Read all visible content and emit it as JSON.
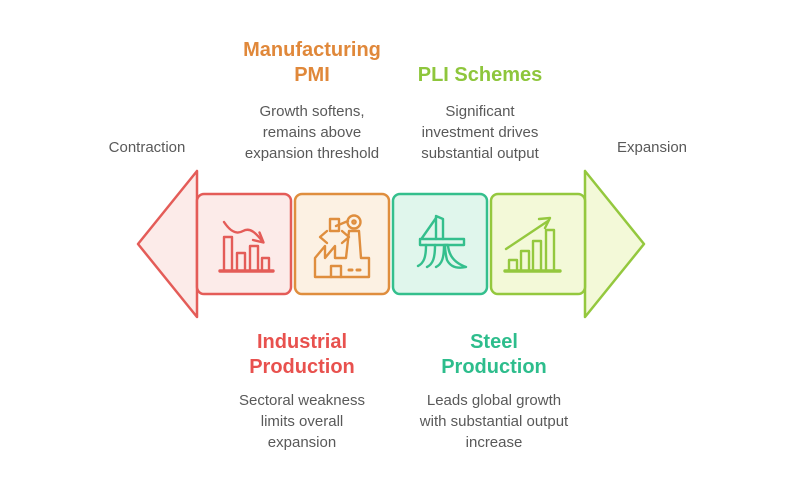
{
  "spectrum": {
    "left_label": "Contraction",
    "right_label": "Expansion",
    "left_arrow_color": "#e45c58",
    "left_arrow_fill": "#fcebe9",
    "right_arrow_color": "#94c83e",
    "right_arrow_fill": "#f3f9d8"
  },
  "items": [
    {
      "name": "Industrial Production",
      "description": "Sectoral weakness limits overall expansion",
      "label_position": "bottom",
      "icon": "declining-bar-chart-icon",
      "title_color": "#e8514e",
      "box_border_color": "#e45c58",
      "box_fill_color": "#fcebe9"
    },
    {
      "name": "Manufacturing PMI",
      "description": "Growth softens, remains above expansion threshold",
      "label_position": "top",
      "icon": "factory-crane-icon",
      "title_color": "#e0883a",
      "box_border_color": "#df8e3e",
      "box_fill_color": "#fcf1e3"
    },
    {
      "name": "Steel Production",
      "description": "Leads global growth with substantial output increase",
      "label_position": "bottom",
      "icon": "plow-icon",
      "title_color": "#2dbd8c",
      "box_border_color": "#34bf8d",
      "box_fill_color": "#e0f6ec"
    },
    {
      "name": "PLI Schemes",
      "description": "Significant investment drives substantial output",
      "label_position": "top",
      "icon": "rising-bar-chart-icon",
      "title_color": "#8ec63c",
      "box_border_color": "#94c83e",
      "box_fill_color": "#f3f9d8"
    }
  ]
}
